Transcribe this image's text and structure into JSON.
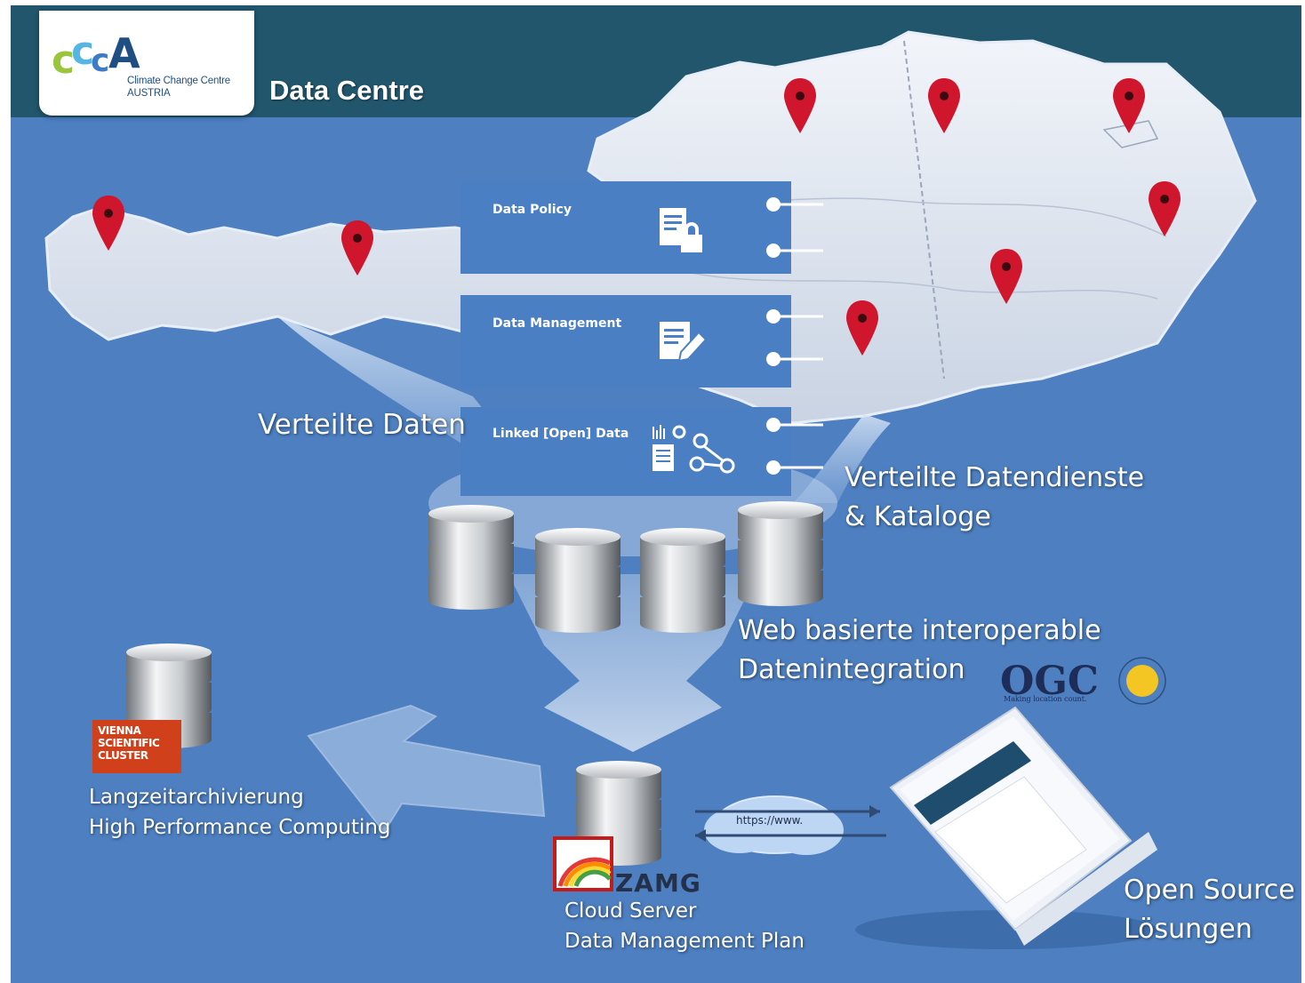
{
  "header": {
    "title": "Data Centre",
    "logo_line1": "Climate Change Centre",
    "logo_line2": "AUSTRIA"
  },
  "panels": [
    {
      "label": "Data Policy",
      "icon": "document-lock-icon"
    },
    {
      "label": "Data Management",
      "icon": "document-edit-icon"
    },
    {
      "label": "Linked [Open] Data",
      "icon": "linked-data-icon"
    }
  ],
  "captions": {
    "distributed_data": "Verteilte Daten",
    "services_line1": "Verteilte Datendienste",
    "services_line2": "& Kataloge",
    "integration_line1": "Web basierte interoperable",
    "integration_line2": "Datenintegration",
    "archive_line1": "Langzeitarchivierung",
    "archive_line2": "High Performance  Computing",
    "cloud_line1": "Cloud Server",
    "cloud_line2": "Data Management Plan",
    "open_line1": "Open Source",
    "open_line2": "Lösungen"
  },
  "logos": {
    "vsc_line1": "VIENNA",
    "vsc_line2": "SCIENTIFIC",
    "vsc_line3": "CLUSTER",
    "zamg": "ZAMG",
    "ogc": "OGC",
    "ogc_tagline": "Making location count.",
    "url": "https://www."
  },
  "colors": {
    "background": "#4d7fc1",
    "header_bar": "#21566d",
    "pin": "#d0162c",
    "vsc_red": "#d0411b"
  }
}
